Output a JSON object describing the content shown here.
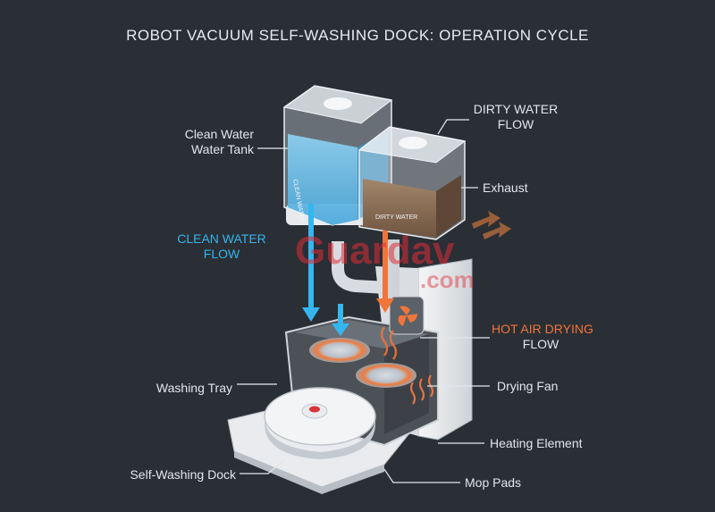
{
  "title": "ROBOT VACUUM SELF-WASHING DOCK: OPERATION CYCLE",
  "labels": {
    "clean_tank_line1": "Clean Water",
    "clean_tank_line2": "Water Tank",
    "dirty_flow_line1": "DIRTY WATER",
    "dirty_flow_line2": "FLOW",
    "exhaust": "Exhaust",
    "clean_flow_line1": "CLEAN WATER",
    "clean_flow_line2": "FLOW",
    "hot_air_line1": "HOT AIR DRYING",
    "hot_air_line2": "FLOW",
    "drying_fan": "Drying Fan",
    "washing_tray": "Washing Tray",
    "heating_element": "Heating Element",
    "self_washing_dock": "Self-Washing Dock",
    "mop_pads": "Mop Pads"
  },
  "tank_text": {
    "clean": "CLEAN WATER",
    "dirty": "DIRTY WATER"
  },
  "watermark": {
    "brand": "Guardav",
    "domain": ".com"
  },
  "colors": {
    "background": "#2a2e35",
    "clean_water": "#35b6ee",
    "dirty_water": "#8a6a4c",
    "hot_air": "#f0753a",
    "dock_white": "#eceef0"
  },
  "icons": [
    "clean-water-arrow",
    "dirty-water-arrow",
    "exhaust-arrow",
    "heat-waves-icon",
    "fan-icon"
  ]
}
